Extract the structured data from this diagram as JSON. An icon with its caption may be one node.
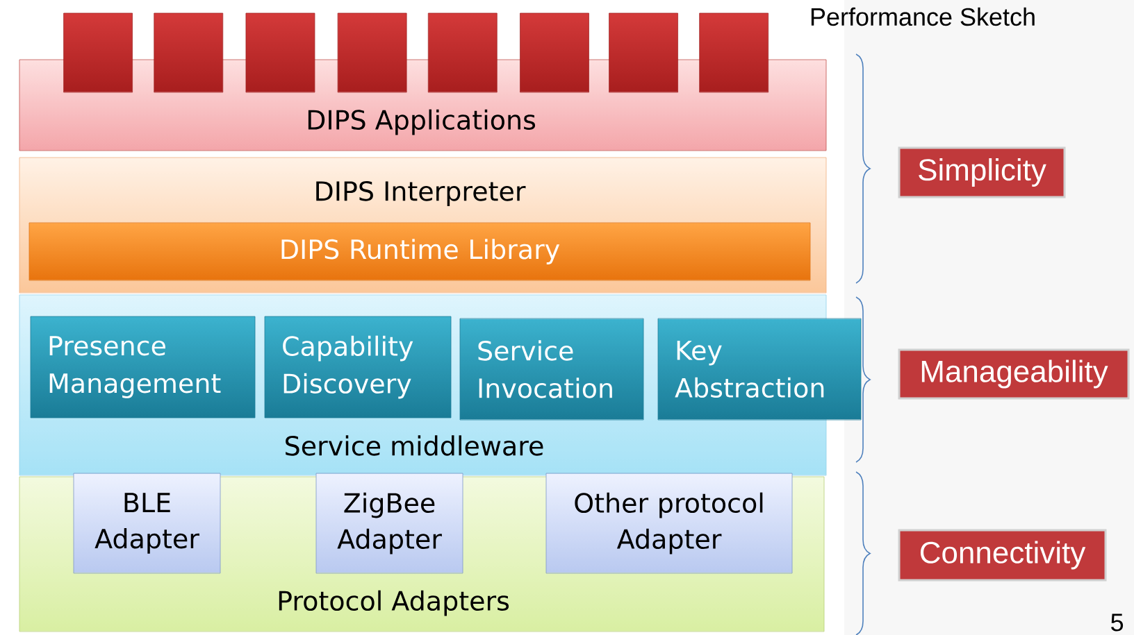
{
  "diagram": {
    "nodes": [
      {
        "text": [
          "DIPS Applications"
        ]
      },
      {
        "text": [],
        "shape": "box"
      },
      {
        "text": [],
        "shape": "box"
      },
      {
        "text": [],
        "shape": "box"
      },
      {
        "text": [],
        "shape": "box"
      },
      {
        "text": [],
        "shape": "box"
      },
      {
        "text": [],
        "shape": "box"
      },
      {
        "text": [],
        "shape": "box"
      },
      {
        "text": [],
        "shape": "box"
      },
      {
        "text": [
          "DIPS Interpreter"
        ]
      },
      {
        "text": [
          "DIPS Runtime Library"
        ],
        "in": 9
      },
      {
        "text": [
          "Service middleware"
        ]
      },
      {
        "text": [
          "Presence Management"
        ],
        "in": 11
      },
      {
        "text": [
          "Capability Discovery"
        ],
        "in": 11
      },
      {
        "text": [
          "Service Invocation"
        ],
        "in": 11
      },
      {
        "text": [
          "Key Abstraction"
        ]
      },
      {
        "text": [
          "Protocol Adapters"
        ]
      },
      {
        "text": [
          "BLE Adapter"
        ],
        "in": 16
      },
      {
        "text": [
          "ZigBee Adapter"
        ],
        "in": 16
      },
      {
        "text": [
          "Other protocol Adapter"
        ],
        "in": 16
      },
      {
        "text": [
          "Simplicity"
        ]
      },
      {
        "text": [
          "Manageability"
        ]
      },
      {
        "text": [
          "Connectivity"
        ]
      }
    ],
    "labels": [
      "Performance Sketch",
      "5"
    ]
  }
}
